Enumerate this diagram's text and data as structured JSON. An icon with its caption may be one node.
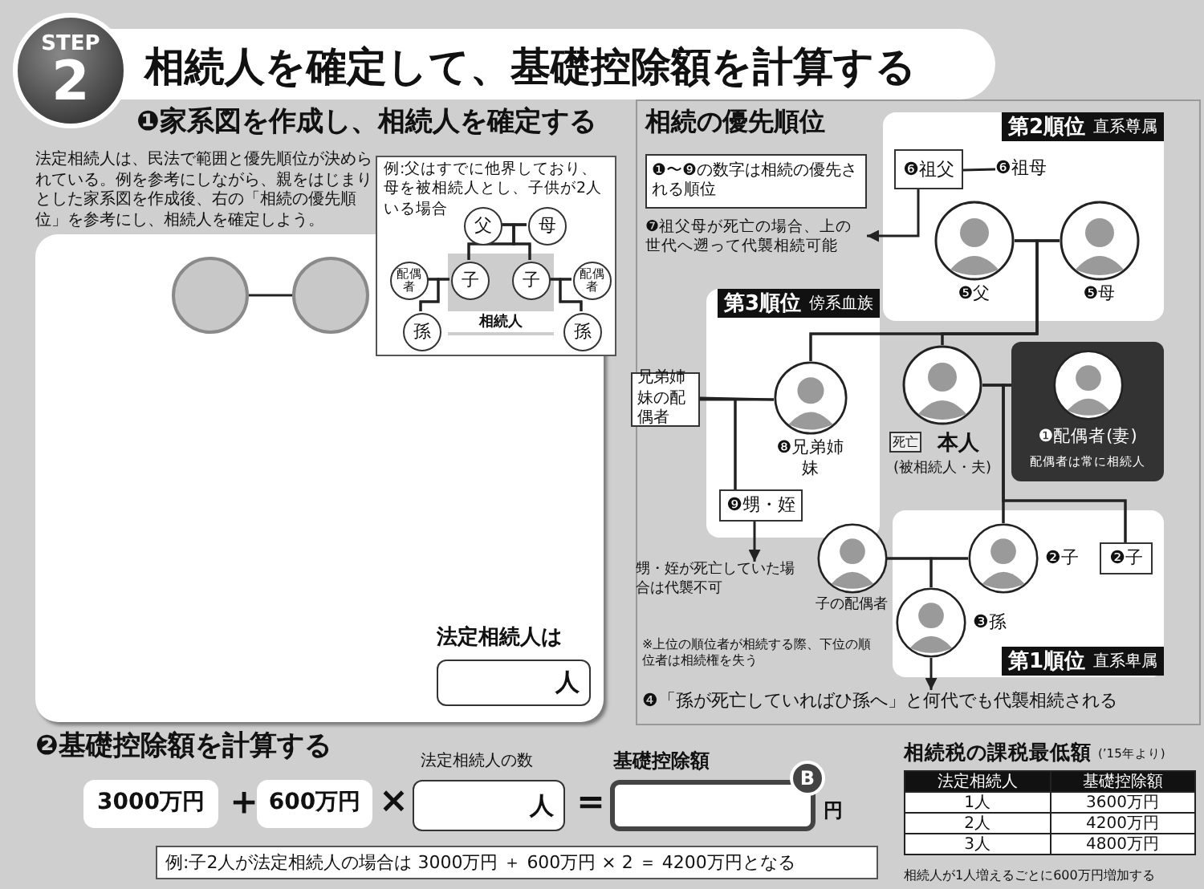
{
  "diagram": {
    "title": "相続人を確定して、基礎控除額を計算する",
    "nodes": [
      {
        "text": [
          "STEP",
          "2"
        ]
      },
      {
        "text": [],
        "shape": "circle"
      },
      {
        "text": [],
        "shape": "circle"
      },
      {
        "text": [
          "例:父はすでに他界しており、母を被相続人とし、子供が2人いる場合"
        ]
      },
      {
        "text": [
          "父"
        ],
        "in": 3
      },
      {
        "text": [
          "母"
        ],
        "in": 3
      },
      {
        "text": [
          "配偶者"
        ],
        "in": 3
      },
      {
        "text": [
          "相続人"
        ],
        "in": 3
      },
      {
        "text": [
          "子"
        ],
        "in": 7
      },
      {
        "text": [
          "子"
        ],
        "in": 7
      },
      {
        "text": [
          "配偶者"
        ],
        "in": 3
      },
      {
        "text": [
          "孫"
        ],
        "in": 3
      },
      {
        "text": [
          "孫"
        ],
        "in": 3
      },
      {
        "text": [
          "❶〜❾の数字は相続の優先される順位"
        ]
      },
      {
        "text": [
          "第2順位",
          "直系尊属"
        ]
      },
      {
        "text": [
          "❻祖父"
        ],
        "in": 14
      },
      {
        "text": [
          "❻祖母"
        ],
        "in": 14
      },
      {
        "text": [
          "❼祖父母が死亡の場合、上の世代へ遡って代襲相続可能"
        ]
      },
      {
        "text": [
          "❺父"
        ],
        "in": 14
      },
      {
        "text": [
          "❺母"
        ],
        "in": 14
      },
      {
        "text": [
          "第3順位",
          "傍系血族"
        ]
      },
      {
        "text": [
          "兄弟姉妹の配偶者"
        ]
      },
      {
        "text": [
          "❽兄弟姉妹"
        ],
        "in": 20
      },
      {
        "text": [
          "死亡",
          "本人",
          "(被相続人・夫)"
        ]
      },
      {
        "text": [
          "❶配偶者(妻)",
          "配偶者は常に相続人"
        ]
      },
      {
        "text": [
          "❾甥・姪"
        ],
        "in": 20
      },
      {
        "text": [
          "甥・姪が死亡していた場合は代襲不可"
        ]
      },
      {
        "text": [
          "第1順位",
          "直系卑属"
        ]
      },
      {
        "text": [
          "子の配偶者"
        ]
      },
      {
        "text": [
          "❷子"
        ],
        "in": 27
      },
      {
        "text": [
          "❷子"
        ],
        "in": 27
      },
      {
        "text": [
          "❸孫"
        ],
        "in": 27
      },
      {
        "text": [
          "❹「孫が死亡していればひ孫へ」と何代でも代襲相続される"
        ]
      },
      {
        "text": [
          "3000万円"
        ]
      },
      {
        "text": [
          "600万円"
        ]
      },
      {
        "text": [
          "例:子2人が法定相続人の場合は 3000万円 ＋ 600万円 × 2 ＝ 4200万円となる"
        ]
      }
    ],
    "edges": [
      {
        "from": 1,
        "to": 2,
        "arrow": "none"
      },
      {
        "from": 4,
        "to": 5,
        "arrow": "none"
      },
      {
        "from": 4,
        "to": 8,
        "arrow": "none"
      },
      {
        "from": 5,
        "to": 8,
        "arrow": "none"
      },
      {
        "from": 4,
        "to": 9,
        "arrow": "none"
      },
      {
        "from": 5,
        "to": 9,
        "arrow": "none"
      },
      {
        "from": 6,
        "to": 8,
        "arrow": "none"
      },
      {
        "from": 9,
        "to": 10,
        "arrow": "none"
      },
      {
        "from": 6,
        "to": 11,
        "arrow": "none"
      },
      {
        "from": 8,
        "to": 11,
        "arrow": "none"
      },
      {
        "from": 9,
        "to": 12,
        "arrow": "none"
      },
      {
        "from": 10,
        "to": 12,
        "arrow": "none"
      },
      {
        "from": 15,
        "to": 16,
        "arrow": "none"
      },
      {
        "from": 15,
        "to": 17,
        "arrow": "to"
      },
      {
        "from": 18,
        "to": 19,
        "arrow": "none"
      },
      {
        "from": 18,
        "to": 22,
        "arrow": "none"
      },
      {
        "from": 19,
        "to": 22,
        "arrow": "none"
      },
      {
        "from": 18,
        "to": 23,
        "arrow": "none"
      },
      {
        "from": 19,
        "to": 23,
        "arrow": "none"
      },
      {
        "from": 21,
        "to": 22,
        "arrow": "none"
      },
      {
        "from": 22,
        "to": 25,
        "arrow": "none"
      },
      {
        "from": 21,
        "to": 25,
        "arrow": "none"
      },
      {
        "from": 25,
        "to": 26,
        "arrow": "to"
      },
      {
        "from": 23,
        "to": 24,
        "arrow": "none"
      },
      {
        "from": 23,
        "to": 29,
        "arrow": "none"
      },
      {
        "from": 24,
        "to": 29,
        "arrow": "none"
      },
      {
        "from": 23,
        "to": 30,
        "arrow": "none"
      },
      {
        "from": 24,
        "to": 30,
        "arrow": "none"
      },
      {
        "from": 28,
        "to": 29,
        "arrow": "none"
      },
      {
        "from": 29,
        "to": 31,
        "arrow": "none"
      },
      {
        "from": 28,
        "to": 31,
        "arrow": "none"
      },
      {
        "from": 31,
        "to": 32,
        "arrow": "to"
      }
    ],
    "labels": [
      "❶家系図を作成し、相続人を確定する",
      "法定相続人は、民法で範囲と優先順位が決められている。例を参考にしながら、親をはじまりとした家系図を作成後、右の「相続の優先順位」を参考にし、相続人を確定しよう。",
      "法定相続人は",
      "人",
      "相続の優先順位",
      "※上位の順位者が相続する際、下位の順位者は相続権を失う",
      "❷基礎控除額を計算する",
      "＋",
      "×",
      "法定相続人の数",
      "人",
      "＝",
      "基礎控除額",
      "B",
      "円",
      "相続税の課税最低額",
      "(’15年より)",
      "法定相続人",
      "基礎控除額",
      "1人",
      "3600万円",
      "2人",
      "4200万円",
      "3人",
      "4800万円",
      "相続人が1人増えるごとに600万円増加する"
    ]
  }
}
